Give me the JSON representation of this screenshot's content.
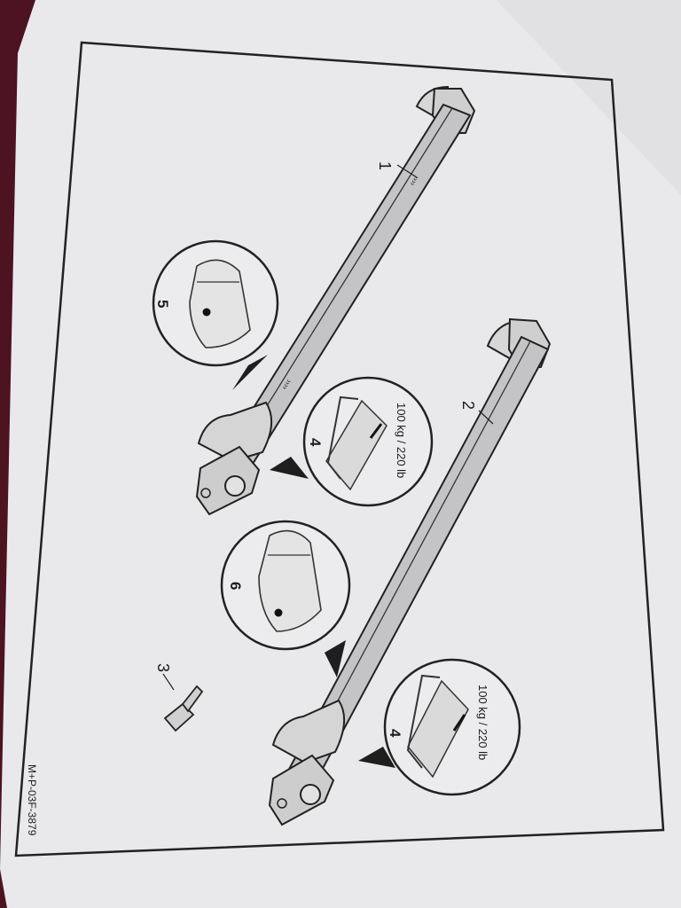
{
  "document": {
    "doc_code": "M+P-03F-3879",
    "callouts": {
      "roof_bar_front": "1",
      "roof_bar_rear": "2",
      "key": "3",
      "load_limit_a": "4",
      "load_limit_b": "4",
      "front_position": "5",
      "rear_position": "6"
    },
    "load_label_a": "100 kg / 220 lb",
    "load_label_b": "100 kg / 220 lb"
  }
}
